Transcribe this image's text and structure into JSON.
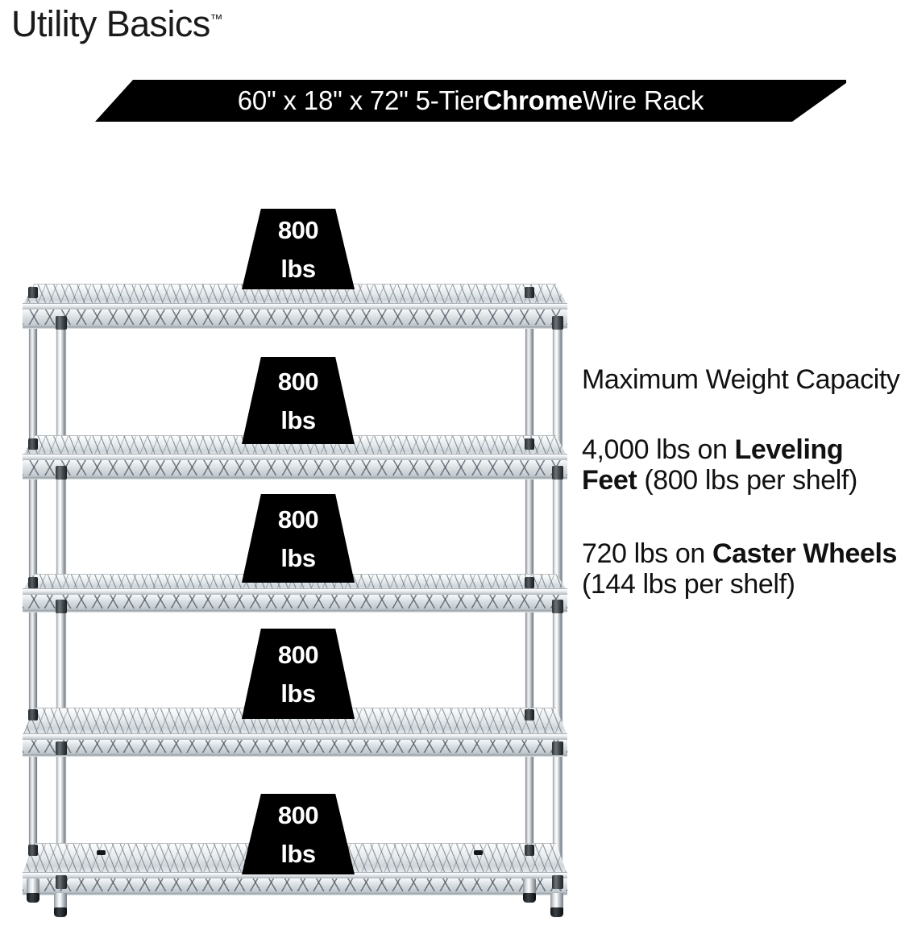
{
  "brand": {
    "name": "Utility Basics",
    "trademark": "™"
  },
  "banner": {
    "prefix": "60\" x 18\" x 72\" 5-Tier ",
    "highlight": "Chrome",
    "suffix": " Wire Rack"
  },
  "copy": {
    "heading": "Maximum Weight Capacity",
    "leveling": {
      "amount": "4,000 lbs on ",
      "bold": "Leveling Feet",
      "detail": " (800 lbs per shelf)"
    },
    "caster": {
      "amount": "720 lbs on ",
      "bold": "Caster Wheels",
      "detail": " (144 lbs per shelf)"
    }
  },
  "rack": {
    "tiers": 5,
    "badges": [
      {
        "value": "800",
        "unit": "lbs"
      },
      {
        "value": "800",
        "unit": "lbs"
      },
      {
        "value": "800",
        "unit": "lbs"
      },
      {
        "value": "800",
        "unit": "lbs"
      },
      {
        "value": "800",
        "unit": "lbs"
      }
    ]
  },
  "colors": {
    "banner_bg": "#000000",
    "banner_text": "#ffffff",
    "badge_bg": "#000000",
    "badge_text": "#ffffff",
    "body_text": "#111111",
    "page_bg": "#ffffff"
  }
}
